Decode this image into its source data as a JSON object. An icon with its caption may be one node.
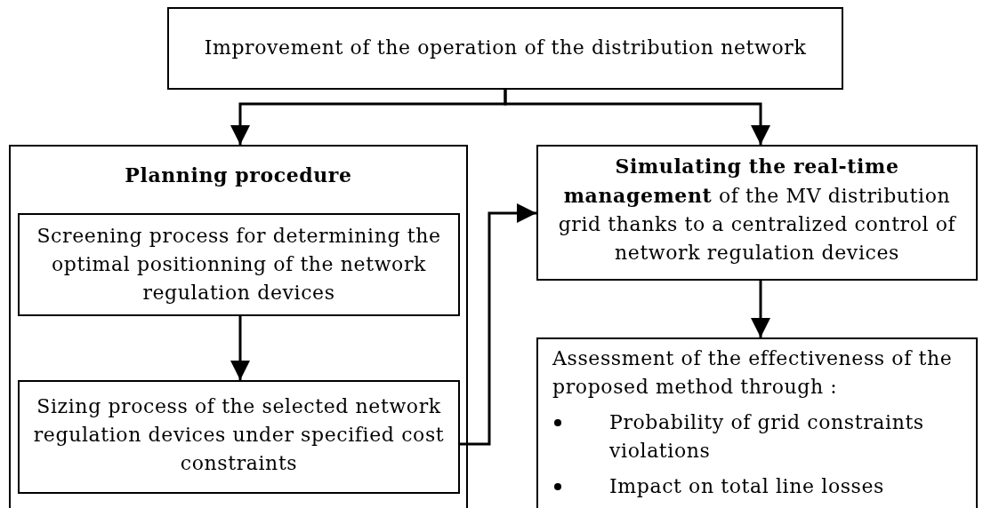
{
  "diagram": {
    "nodes": [
      {
        "text": [
          "Improvement of the operation of the distribution network"
        ]
      },
      {
        "text": [
          "Planning procedure"
        ]
      },
      {
        "text": [
          "Screening process for determining the optimal positionning of the network regulation devices"
        ],
        "in": 1
      },
      {
        "text": [
          "Sizing process of the selected network regulation devices under specified cost constraints"
        ],
        "in": 1
      },
      {
        "text": [
          "**Simulating the real-time management** of the MV distribution grid thanks to a centralized control of network regulation devices"
        ]
      },
      {
        "text": [
          "Assessment of the effectiveness of the proposed method through :",
          "Probability of grid constraints violations",
          "Impact on total line losses"
        ]
      }
    ],
    "edges": [
      {
        "from": 0,
        "to": 1,
        "arrow": "to"
      },
      {
        "from": 0,
        "to": 4,
        "arrow": "to"
      },
      {
        "from": 2,
        "to": 3,
        "arrow": "to"
      },
      {
        "from": 3,
        "to": 4,
        "arrow": "to"
      },
      {
        "from": 4,
        "to": 5,
        "arrow": "to"
      }
    ]
  }
}
